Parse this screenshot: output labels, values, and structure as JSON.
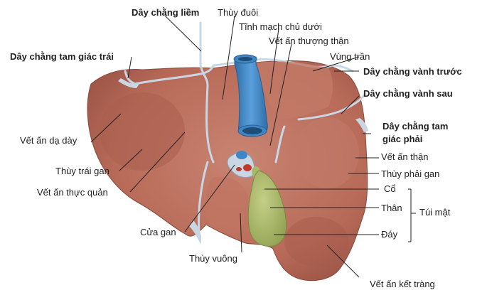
{
  "labels": {
    "day_chang_liem": "Dây chằng liềm",
    "thuy_duoi": "Thùy đuôi",
    "tinh_mach_chu_duoi": "Tĩnh mạch chủ dưới",
    "vet_an_thuong_than": "Vết ấn thượng thận",
    "day_chang_tam_giac_trai": "Dây chằng tam giác trái",
    "vung_tran": "Vùng trần",
    "day_chang_vanh_truoc": "Dây chằng vành trước",
    "day_chang_vanh_sau": "Dây chằng vành sau",
    "day_chang_tam_giac_phai_line1": "Dây chằng tam",
    "day_chang_tam_giac_phai_line2": "giác phải",
    "vet_an_da_day": "Vết ấn dạ dày",
    "vet_an_than": "Vết ấn thận",
    "thuy_trai_gan": "Thùy trái gan",
    "thuy_phai_gan": "Thùy phải gan",
    "vet_an_thuc_quan": "Vết ấn thực quản",
    "co": "Cổ",
    "than": "Thân",
    "tui_mat": "Túi mật",
    "day": "Đáy",
    "cua_gan": "Cửa gan",
    "thuy_vuong": "Thùy vuông",
    "vet_an_ket_trang": "Vết ấn kết tràng"
  },
  "colors": {
    "liver": "#b86a58",
    "liver_dark": "#9a5446",
    "liver_light": "#c98472",
    "ligament": "#c9d6e3",
    "vena_cava": "#3f86c6",
    "gallbladder": "#a9b86a",
    "leader_line": "#222222"
  }
}
